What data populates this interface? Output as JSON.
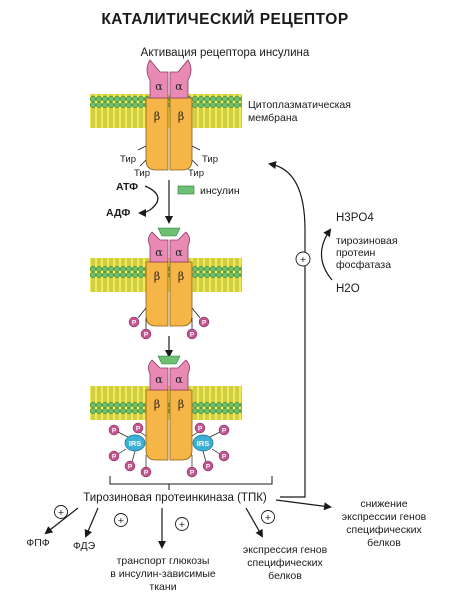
{
  "title": "КАТАЛИТИЧЕСКИЙ РЕЦЕПТОР",
  "subtitle": "Активация рецептора инсулина",
  "membrane_label": [
    "Цитоплазматическая",
    "мембрана"
  ],
  "subunit_alpha": "α",
  "subunit_beta": "β",
  "tyr_label": "Тир",
  "atp": "АТФ",
  "adp": "АДФ",
  "insulin": "инсулин",
  "phospho_label": "P",
  "irs_label": "IRS",
  "h3po4": "H3PO4",
  "phosphatase": [
    "тирозиновая",
    "протеин",
    "фосфатаза"
  ],
  "h2o": "H2O",
  "tpk": "Тирозиновая протеинкиназа (ТПК)",
  "plus": "+",
  "effects": {
    "fpf": "ФПФ",
    "fde": "ФДЭ",
    "glucose": [
      "транспорт глюкозы",
      "в инсулин-зависимые",
      "ткани"
    ],
    "express_up": [
      "экспрессия генов",
      "специфических",
      "белков"
    ],
    "express_down": [
      "снижение",
      "экспрессии генов",
      "специфических",
      "белков"
    ]
  },
  "colors": {
    "alpha": "#e88ab4",
    "beta": "#f5b547",
    "membrane_head": "#6fbf6a",
    "membrane_tail": "#f2ea52",
    "insulin": "#6cbf73",
    "phospho": "#c2548f",
    "irs": "#3bb0d6"
  }
}
